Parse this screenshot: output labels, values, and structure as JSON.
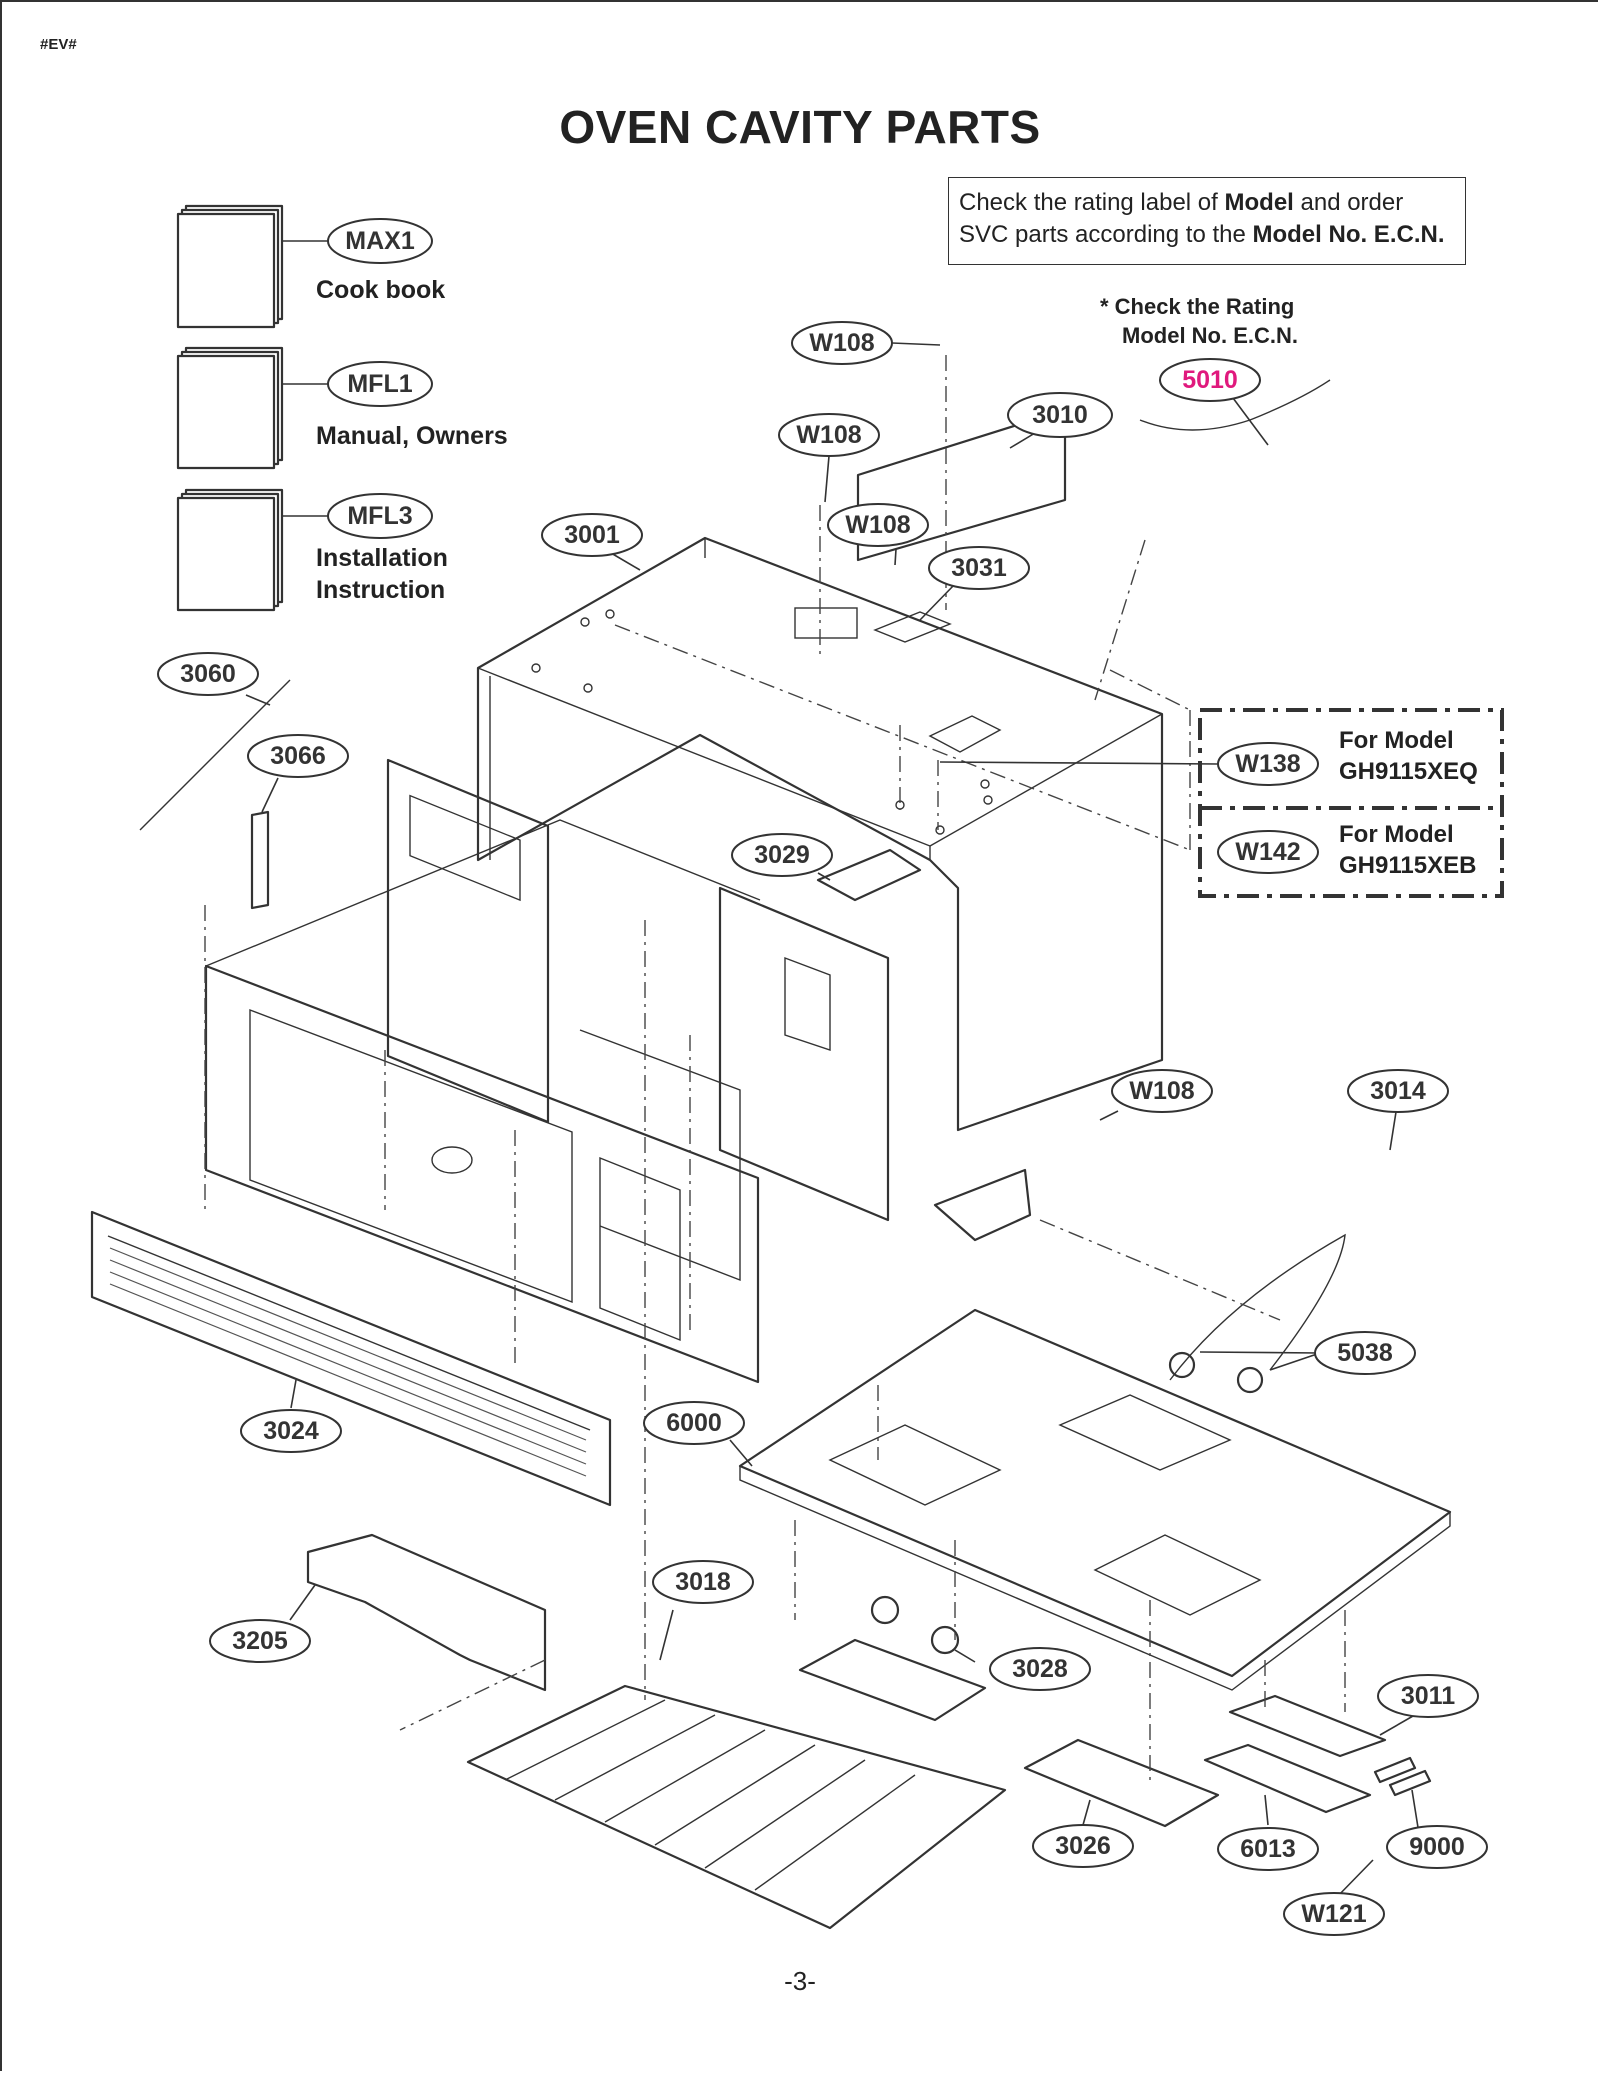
{
  "header": {
    "code": "#EV#",
    "title": "OVEN CAVITY PARTS"
  },
  "note": {
    "line1_pre": "Check the rating label of ",
    "line1_bold": "Model",
    "line1_post": " and order",
    "line2_pre": "SVC parts according to the ",
    "line2_bold": "Model No. E.C.N."
  },
  "rating_note": {
    "line1": "* Check the Rating",
    "line2": "Model No. E.C.N."
  },
  "books": [
    {
      "tag": "MAX1",
      "line1": "Cook book",
      "line2": ""
    },
    {
      "tag": "MFL1",
      "line1": "Manual, Owners",
      "line2": ""
    },
    {
      "tag": "MFL3",
      "line1": "Installation",
      "line2": "Instruction"
    }
  ],
  "model_box": [
    {
      "tag": "W138",
      "line1": "For Model",
      "line2": "GH9115XEQ"
    },
    {
      "tag": "W142",
      "line1": "For Model",
      "line2": "GH9115XEB"
    }
  ],
  "tags": {
    "t_w108_a": "W108",
    "t_w108_b": "W108",
    "t_w108_c": "W108",
    "t_w108_d": "W108",
    "t_3010": "3010",
    "t_3031": "3031",
    "t_3001": "3001",
    "t_5010": "5010",
    "t_3060": "3060",
    "t_3066": "3066",
    "t_3029": "3029",
    "t_3014": "3014",
    "t_5038": "5038",
    "t_3024": "3024",
    "t_6000": "6000",
    "t_3018": "3018",
    "t_3205": "3205",
    "t_3028": "3028",
    "t_3011": "3011",
    "t_3026": "3026",
    "t_6013": "6013",
    "t_9000": "9000",
    "t_w121": "W121"
  },
  "colors": {
    "accent_tag": "#e0197d",
    "ink": "#333333"
  },
  "footer": {
    "page": "-3-"
  }
}
